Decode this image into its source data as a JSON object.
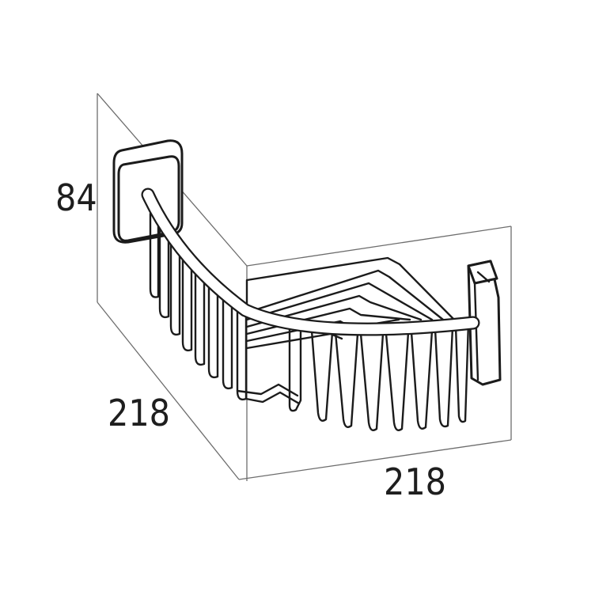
{
  "dimensions": {
    "height": "84",
    "depth_left": "218",
    "width_right": "218"
  },
  "colors": {
    "line": "#1b1b1b",
    "guide": "#6d6d6d",
    "background": "#ffffff"
  }
}
